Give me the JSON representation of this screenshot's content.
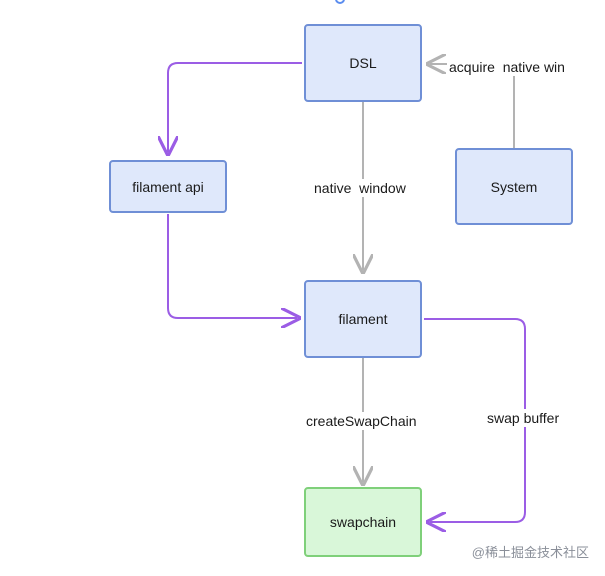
{
  "nodes": {
    "dsl": "DSL",
    "filament_api": "filament api",
    "system": "System",
    "filament": "filament",
    "swapchain": "swapchain"
  },
  "edges": {
    "acquire_native_win": "acquire  native win",
    "native_window": "native  window",
    "create_swap_chain": "createSwapChain",
    "swap_buffer": "swap buffer"
  },
  "colors": {
    "node_fill": "#dfe8fb",
    "node_border": "#6f8fd6",
    "green_fill": "#d9f7d9",
    "green_border": "#7fd07a",
    "gray_arrow": "#b3b3b3",
    "purple_arrow": "#9b5de5"
  },
  "watermark": "@稀土掘金技术社区"
}
